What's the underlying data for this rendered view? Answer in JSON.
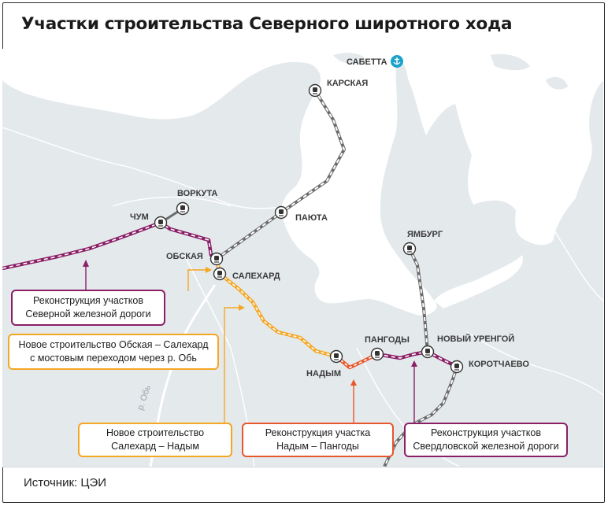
{
  "title": "Участки строительства Северного широтного хода",
  "source": "Источник: ЦЭИ",
  "colors": {
    "sea": "#ffffff",
    "land": "#e4e9ec",
    "border": "#ffffff",
    "sverdlovsk": "#8a1f66",
    "severnaya": "#8a1f66",
    "new_obskaya": "#f5a623",
    "new_nadym": "#f5a623",
    "nadym_pangody": "#e8562b",
    "existing_rail": "#6b6b6b"
  },
  "cities": {
    "sabetta": "САБЕТТА",
    "karskaya": "КАРСКАЯ",
    "vorkuta": "ВОРКУТА",
    "chum": "ЧУМ",
    "paiuta": "ПАЮТА",
    "obskaya": "ОБСКАЯ",
    "salekhard": "САЛЕХАРД",
    "yamburg": "ЯМБУРГ",
    "pangody": "ПАНГОДЫ",
    "novy_urengoy": "НОВЫЙ УРЕНГОЙ",
    "nadym": "НАДЫМ",
    "korotchaevo": "КОРОТЧАЕВО"
  },
  "river_label": "р. Обь",
  "icons": {
    "station": "train-station-icon",
    "port": "anchor-icon"
  },
  "callouts": {
    "severnaya": {
      "line1": "Реконструкция участков",
      "line2": "Северной железной дороги"
    },
    "obskaya": {
      "line1": "Новое строительство Обская – Салехард",
      "line2": "с мостовым переходом через р. Обь"
    },
    "nadym_new": {
      "line1": "Новое строительство",
      "line2": "Салехард – Надым"
    },
    "nadym_pangody": {
      "line1": "Реконструкция участка",
      "line2": "Надым – Пангоды"
    },
    "sverdlovsk": {
      "line1": "Реконструкция участков",
      "line2": "Свердловской железной дороги"
    }
  }
}
